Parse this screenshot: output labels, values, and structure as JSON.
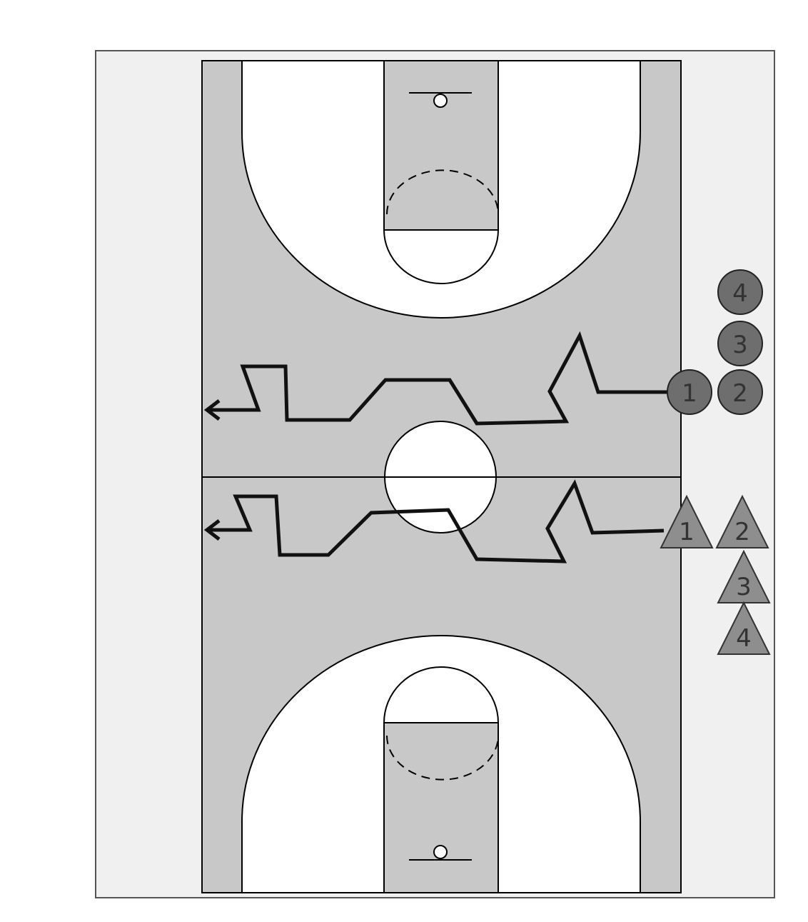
{
  "colors": {
    "court_gray": "#c8c8c8",
    "court_white": "#ffffff",
    "surround": "#f0f0f0",
    "line": "#000000",
    "circle_player": "#6e6e6e",
    "triangle_player": "#8e8e8e",
    "path": "#111111"
  },
  "circle_players": [
    {
      "label": "1"
    },
    {
      "label": "2"
    },
    {
      "label": "3"
    },
    {
      "label": "4"
    }
  ],
  "triangle_players": [
    {
      "label": "1"
    },
    {
      "label": "2"
    },
    {
      "label": "3"
    },
    {
      "label": "4"
    }
  ]
}
